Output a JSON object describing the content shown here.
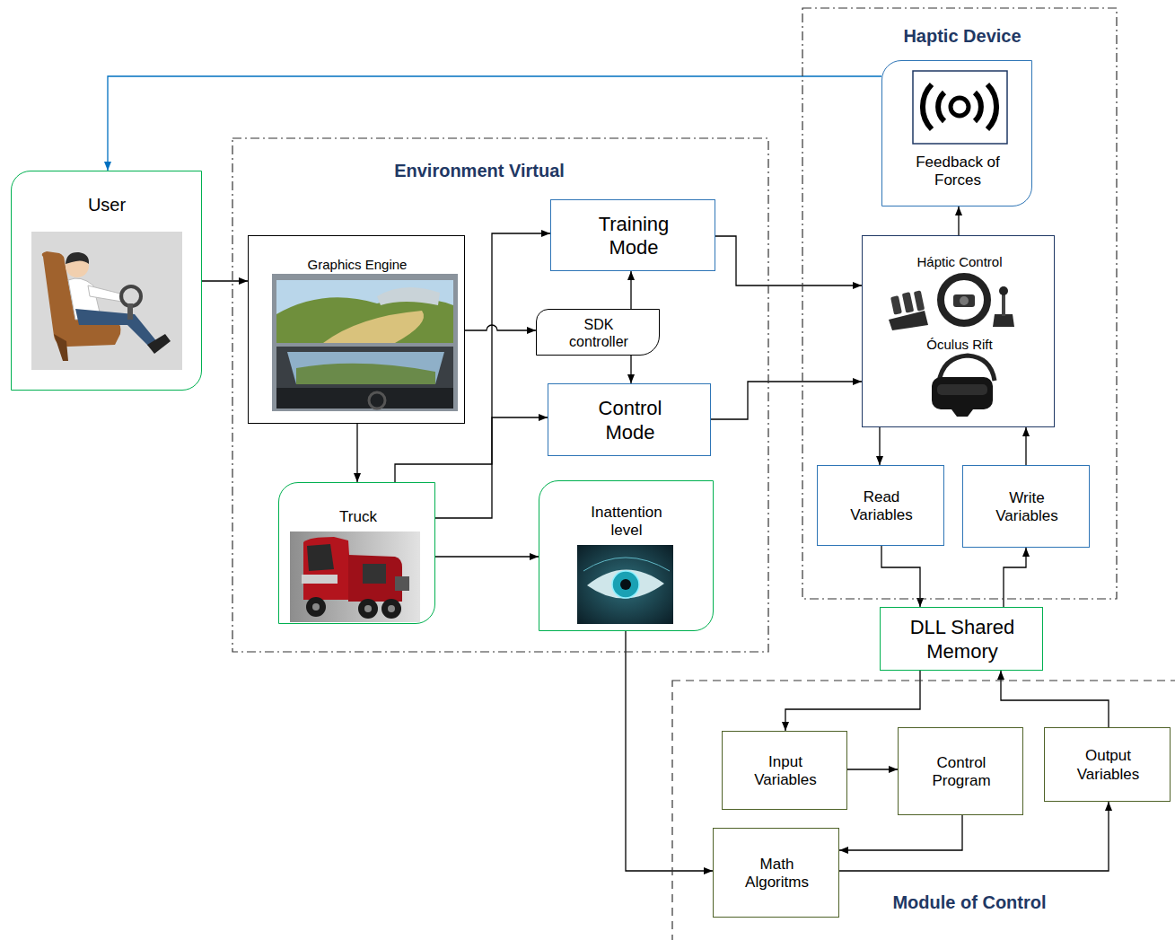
{
  "diagram": {
    "nodes": [
      {
        "text": [
          "Haptic Device"
        ]
      },
      {
        "text": [
          "Feedback of Forces"
        ],
        "in": 0
      },
      {
        "text": [
          "User"
        ]
      },
      {
        "text": [
          "Environment Virtual"
        ]
      },
      {
        "text": [
          "Training Mode"
        ],
        "in": 3
      },
      {
        "text": [
          "Graphics Engine"
        ],
        "in": 3
      },
      {
        "text": [
          "SDK controller"
        ],
        "in": 3
      },
      {
        "text": [
          "Control Mode"
        ],
        "in": 3
      },
      {
        "text": [
          "Truck"
        ],
        "in": 3
      },
      {
        "text": [
          "Inattention level"
        ],
        "in": 3
      },
      {
        "text": [
          "Háptic Control",
          "Óculus Rift"
        ],
        "in": 0
      },
      {
        "text": [
          "Read Variables"
        ],
        "in": 0
      },
      {
        "text": [
          "Write Variables"
        ],
        "in": 0
      },
      {
        "text": [
          "DLL Shared Memory"
        ]
      },
      {
        "text": [
          "Module of Control"
        ]
      },
      {
        "text": [
          "Input Variables"
        ],
        "in": 14
      },
      {
        "text": [
          "Control Program"
        ],
        "in": 14
      },
      {
        "text": [
          "Output Variables"
        ],
        "in": 14
      },
      {
        "text": [
          "Math Algoritms"
        ],
        "in": 14
      }
    ],
    "edges": [
      {
        "from": 1,
        "to": 2,
        "arrow": "to"
      },
      {
        "from": 2,
        "to": 5,
        "arrow": "to"
      },
      {
        "from": 5,
        "to": 6,
        "arrow": "to"
      },
      {
        "from": 5,
        "to": 8,
        "arrow": "to"
      },
      {
        "from": 6,
        "to": 4,
        "arrow": "to"
      },
      {
        "from": 6,
        "to": 7,
        "arrow": "to"
      },
      {
        "from": 8,
        "to": 4,
        "arrow": "to"
      },
      {
        "from": 8,
        "to": 7,
        "arrow": "to"
      },
      {
        "from": 8,
        "to": 9,
        "arrow": "to"
      },
      {
        "from": 4,
        "to": 10,
        "arrow": "to"
      },
      {
        "from": 7,
        "to": 10,
        "arrow": "to"
      },
      {
        "from": 10,
        "to": 1,
        "arrow": "to"
      },
      {
        "from": 10,
        "to": 11,
        "arrow": "to"
      },
      {
        "from": 12,
        "to": 10,
        "arrow": "to"
      },
      {
        "from": 11,
        "to": 13,
        "arrow": "to"
      },
      {
        "from": 13,
        "to": 12,
        "arrow": "to"
      },
      {
        "from": 13,
        "to": 15,
        "arrow": "to"
      },
      {
        "from": 15,
        "to": 16,
        "arrow": "to"
      },
      {
        "from": 16,
        "to": 18,
        "arrow": "to"
      },
      {
        "from": 9,
        "to": 18,
        "arrow": "to"
      },
      {
        "from": 18,
        "to": 17,
        "arrow": "to"
      },
      {
        "from": 17,
        "to": 13,
        "arrow": "to"
      }
    ]
  }
}
